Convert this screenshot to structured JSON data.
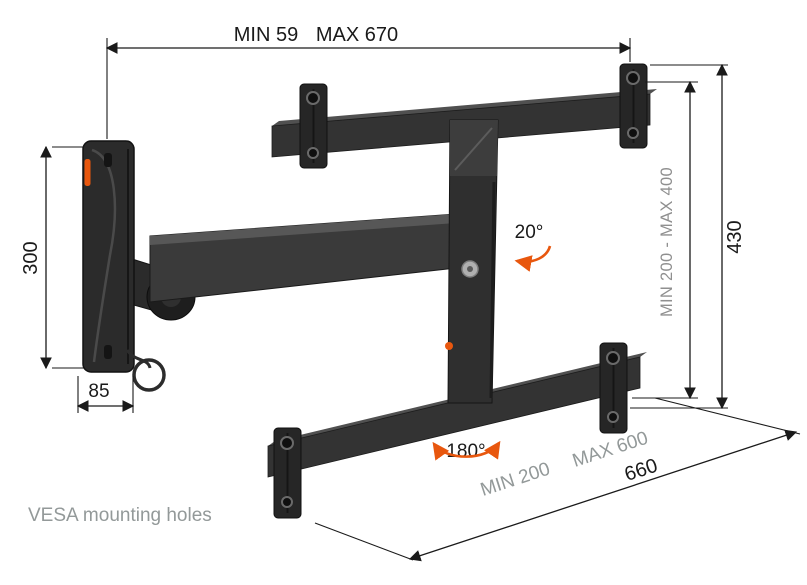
{
  "diagram": {
    "top_dimension": {
      "min": "MIN 59",
      "max": "MAX 670"
    },
    "left_dimension": "300",
    "depth_dimension": "85",
    "right_dimension": "430",
    "right_inner_dimension": "MIN 200 - MAX 400",
    "tilt_angle": "20°",
    "swivel_angle": "180°",
    "bottom_inner_dimension": {
      "min": "MIN 200",
      "max": "MAX 600"
    },
    "bottom_dimension": "660",
    "vesa_note": "VESA mounting holes"
  },
  "colors": {
    "accent_orange": "#E8570E",
    "dimension_text": "#1A1A1A",
    "muted_text": "#939999",
    "mount_body": "#2F2F2F"
  }
}
